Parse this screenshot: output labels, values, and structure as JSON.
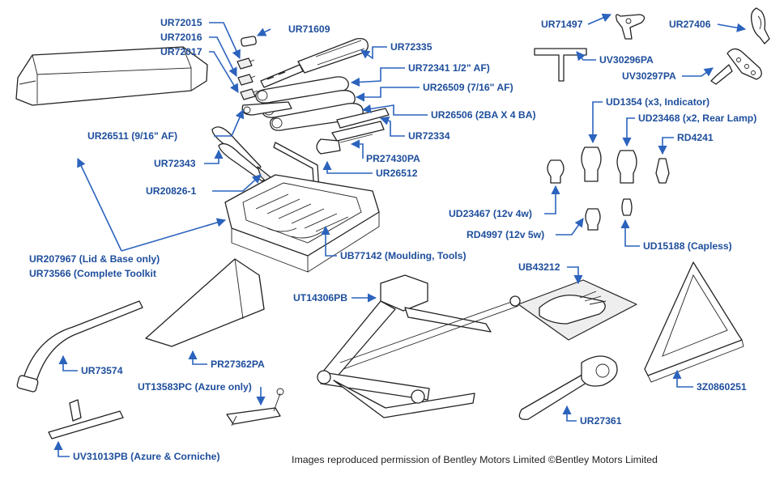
{
  "colors": {
    "callout": "#1e4e9c",
    "leader": "#2b63bd",
    "linework": "#222222"
  },
  "labels": {
    "ur72015": "UR72015",
    "ur72016": "UR72016",
    "ur72017": "UR72017",
    "ur71609": "UR71609",
    "ur72335": "UR72335",
    "ur72341": "UR72341 1/2\" AF)",
    "ur26509": "UR26509 (7/16\" AF)",
    "ur26506": "UR26506 (2BA X 4 BA)",
    "ur26511": "UR26511 (9/16\" AF)",
    "ur72334": "UR72334",
    "pr27430pa": "PR27430PA",
    "ur72343": "UR72343",
    "ur26512": "UR26512",
    "ur20826": "UR20826-1",
    "ub77142": "UB77142 (Moulding, Tools)",
    "ur207967": "UR207967 (Lid & Base only)",
    "ur73566": "UR73566 (Complete Toolkit",
    "ur71497": "UR71497",
    "ur27406": "UR27406",
    "uv30296pa": "UV30296PA",
    "uv30297pa": "UV30297PA",
    "ud1354": "UD1354 (x3, Indicator)",
    "ud23468": "UD23468 (x2, Rear Lamp)",
    "rd4241": "RD4241",
    "ud23467": "UD23467 (12v 4w)",
    "rd4997": "RD4997 (12v 5w)",
    "ud15188": "UD15188 (Capless)",
    "ub43212": "UB43212",
    "ut14306pb": "UT14306PB",
    "pr27362pa": "PR27362PA",
    "ur73574": "UR73574",
    "ut13583pc": "UT13583PC (Azure only)",
    "ur27361": "UR27361",
    "z3z0860251": "3Z0860251",
    "uv31013pb": "UV31013PB (Azure & Corniche)"
  },
  "credit": "Images reproduced permission of Bentley Motors Limited ©Bentley Motors Limited"
}
